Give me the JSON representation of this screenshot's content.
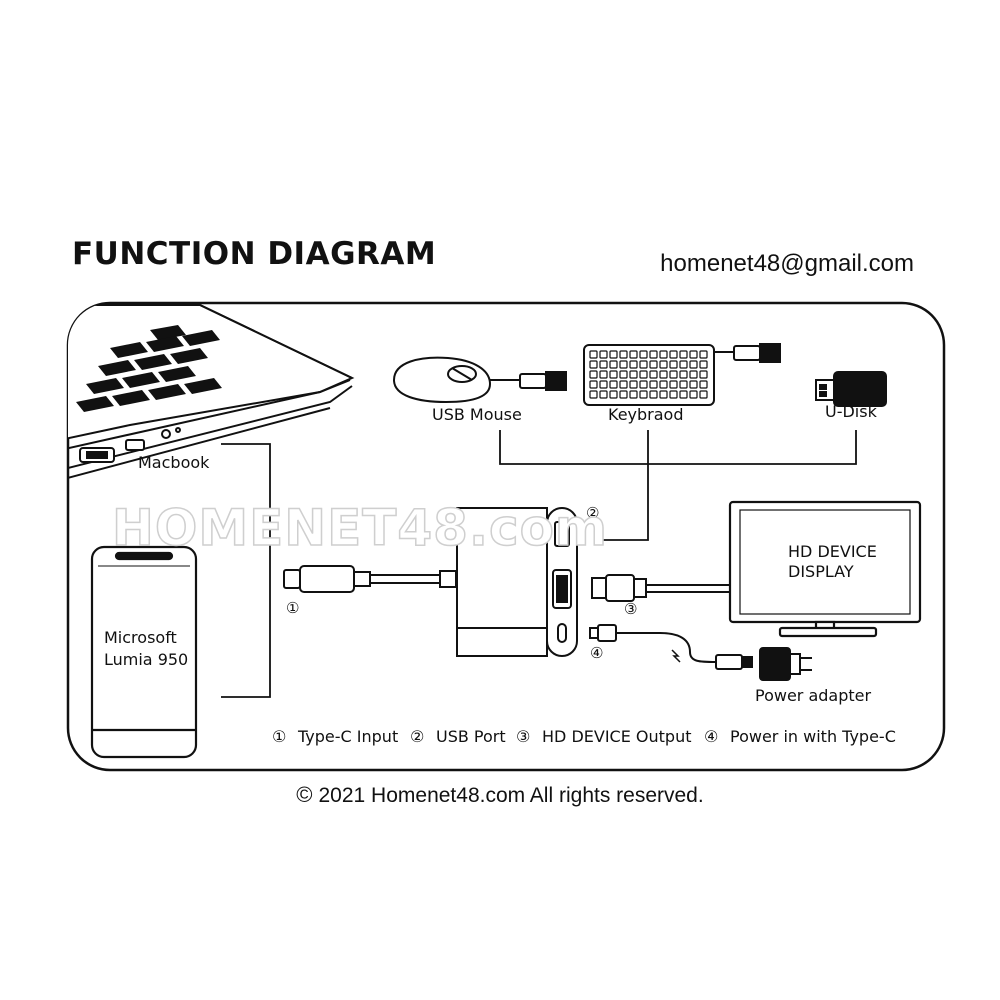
{
  "header": {
    "title": "FUNCTION DIAGRAM",
    "email": "homenet48@gmail.com"
  },
  "devices": {
    "macbook": "Macbook",
    "phone_line1": "Microsoft",
    "phone_line2": "Lumia 950",
    "usb_mouse": "USB Mouse",
    "keyboard": "Keybraod",
    "u_disk": "U-Disk",
    "display_line1": "HD DEVICE",
    "display_line2": "DISPLAY",
    "power_adapter": "Power adapter"
  },
  "markers": {
    "m1": "①",
    "m2": "②",
    "m3": "③",
    "m4": "④"
  },
  "legend": [
    {
      "marker": "①",
      "label": "Type-C Input"
    },
    {
      "marker": "②",
      "label": "USB Port"
    },
    {
      "marker": "③",
      "label": "HD DEVICE Output"
    },
    {
      "marker": "④",
      "label": "Power in with Type-C"
    }
  ],
  "watermark": "HOMENET48.com",
  "footer": {
    "symbol": "©",
    "text": "2021 Homenet48.com All rights reserved."
  }
}
